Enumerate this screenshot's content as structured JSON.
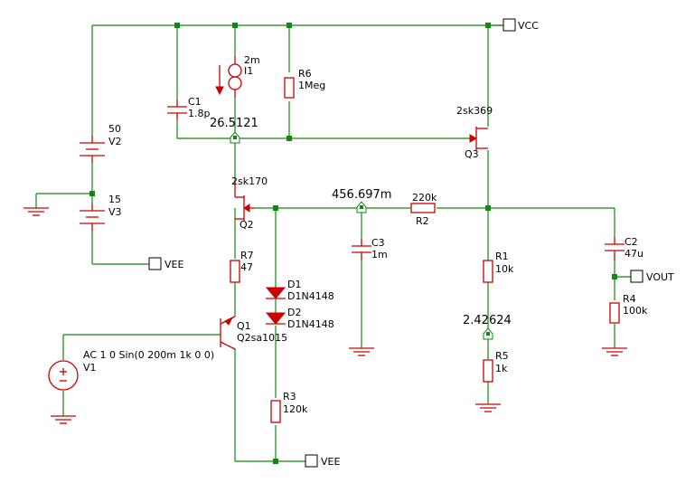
{
  "nets": {
    "vcc": "VCC",
    "vee_mid": "VEE",
    "vee_bottom": "VEE",
    "vout": "VOUT"
  },
  "components": {
    "I1": {
      "ref": "I1",
      "value": "2m"
    },
    "R6": {
      "ref": "R6",
      "value": "1Meg"
    },
    "C1": {
      "ref": "C1",
      "value": "1.8p"
    },
    "V2": {
      "ref": "V2",
      "value": "50"
    },
    "V3": {
      "ref": "V3",
      "value": "15"
    },
    "Q3": {
      "ref": "Q3",
      "value": "2sk369"
    },
    "Q2": {
      "ref": "Q2",
      "value": "2sk170"
    },
    "R2": {
      "ref": "R2",
      "value": "220k"
    },
    "C3": {
      "ref": "C3",
      "value": "1m"
    },
    "C2": {
      "ref": "C2",
      "value": "47u"
    },
    "R1": {
      "ref": "R1",
      "value": "10k"
    },
    "R4": {
      "ref": "R4",
      "value": "100k"
    },
    "R5": {
      "ref": "R5",
      "value": "1k"
    },
    "R7": {
      "ref": "R7",
      "value": "47"
    },
    "D1": {
      "ref": "D1",
      "value": "D1N4148"
    },
    "D2": {
      "ref": "D2",
      "value": "D1N4148"
    },
    "Q1": {
      "ref": "Q1",
      "value": "Q2sa1015"
    },
    "V1": {
      "ref": "V1",
      "value": "AC 1 0 Sin(0 200m 1k 0 0)"
    },
    "R3": {
      "ref": "R3",
      "value": "120k"
    }
  },
  "probes": {
    "gate_q3": "26.5121",
    "drain_q2": "456.697m",
    "r1_r5": "2.42624"
  },
  "colors": {
    "wire": "#118811",
    "component": "#cc0000",
    "background": "#ffffff"
  }
}
